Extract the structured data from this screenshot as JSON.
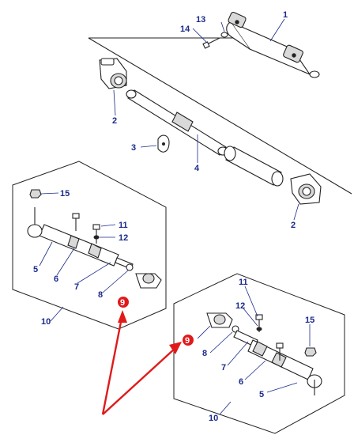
{
  "callouts": {
    "c1": "1",
    "c2a": "2",
    "c2b": "2",
    "c3": "3",
    "c4": "4",
    "c13": "13",
    "c14": "14",
    "left": {
      "c15": "15",
      "c11": "11",
      "c12": "12",
      "c5": "5",
      "c6": "6",
      "c7": "7",
      "c8": "8",
      "c9": "9",
      "c10": "10"
    },
    "right": {
      "c11": "11",
      "c12": "12",
      "c15": "15",
      "c9": "9",
      "c8": "8",
      "c7": "7",
      "c6": "6",
      "c5": "5",
      "c10": "10"
    }
  },
  "colors": {
    "callout_text": "#1a2a8c",
    "highlight": "#e01a1a",
    "line": "#222222"
  }
}
